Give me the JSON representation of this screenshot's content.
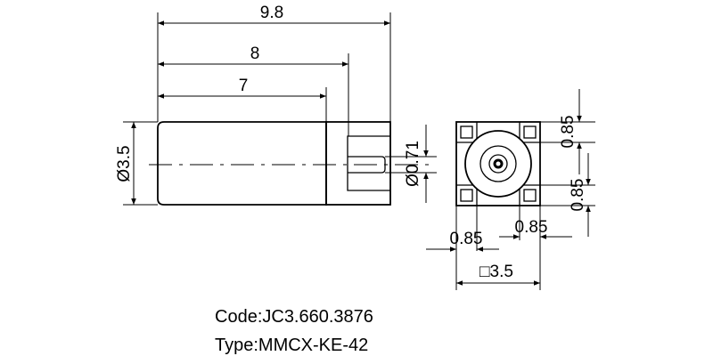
{
  "dimensions": {
    "total_length": "9.8",
    "length_8": "8",
    "length_7": "7",
    "body_diameter": "Ø3.5",
    "pin_diameter": "Ø0.71",
    "front_top_offset": "0.85",
    "front_bottom_offset": "0.85",
    "front_left_offset": "0.85",
    "front_right_offset": "0.85",
    "square_size": "□3.5"
  },
  "caption": {
    "code": "Code:JC3.660.3876",
    "type": "Type:MMCX-KE-42"
  }
}
